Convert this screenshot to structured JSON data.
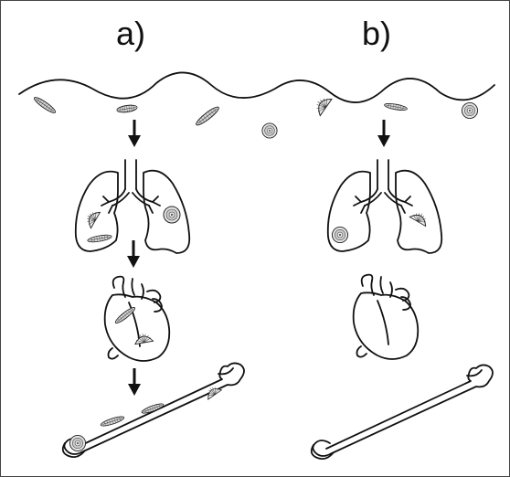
{
  "panels": {
    "a": {
      "label": "a)"
    },
    "b": {
      "label": "b)"
    }
  },
  "icons": {
    "water": "wavy-water-surface",
    "diatom_pennate": "pennate-diatom-icon",
    "diatom_centric": "centric-diatom-icon",
    "lungs": "lungs-icon",
    "heart": "heart-icon",
    "bone": "femur-bone-icon",
    "arrow": "down-arrow-icon"
  },
  "colors": {
    "outline": "#111111",
    "diatom_fill": "#d0d0d0",
    "background": "#ffffff"
  }
}
